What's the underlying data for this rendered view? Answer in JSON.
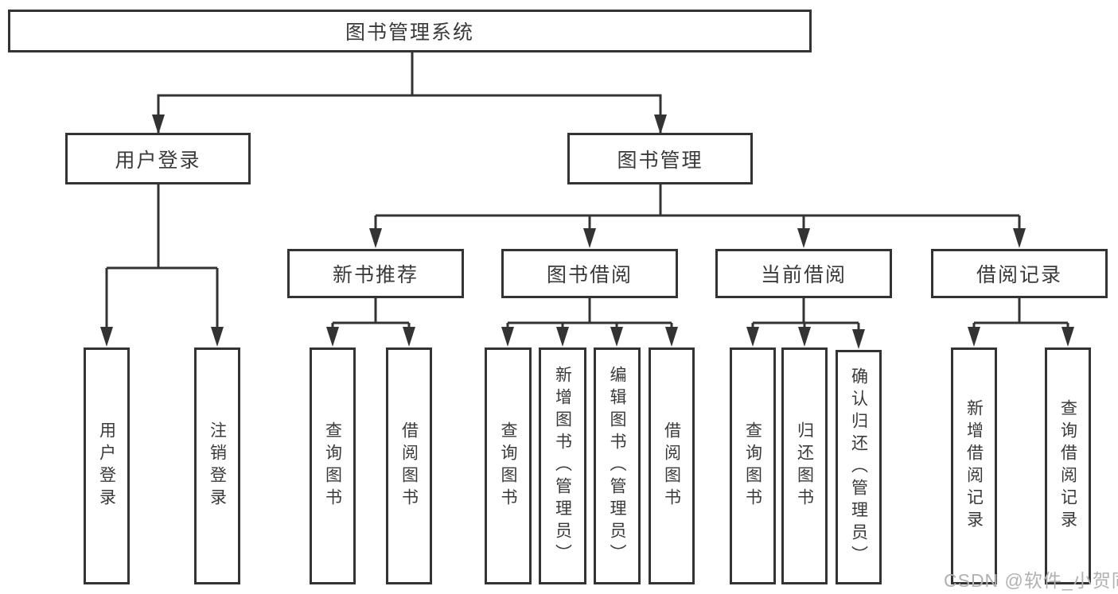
{
  "diagram_type": "hierarchy-tree",
  "colors": {
    "background": "#ffffff",
    "box_border": "#333333",
    "connector_line": "#333333",
    "text": "#3a3a3a",
    "watermark": "#b1b1b1"
  },
  "tree": {
    "label": "图书管理系统",
    "children": [
      {
        "label": "用户登录",
        "children": [
          {
            "label": "用户登录"
          },
          {
            "label": "注销登录"
          }
        ]
      },
      {
        "label": "图书管理",
        "children": [
          {
            "label": "新书推荐",
            "children": [
              {
                "label": "查询图书"
              },
              {
                "label": "借阅图书"
              }
            ]
          },
          {
            "label": "图书借阅",
            "children": [
              {
                "label": "查询图书"
              },
              {
                "label": "新增图书（管理员）"
              },
              {
                "label": "编辑图书（管理员）"
              },
              {
                "label": "借阅图书"
              }
            ]
          },
          {
            "label": "当前借阅",
            "children": [
              {
                "label": "查询图书"
              },
              {
                "label": "归还图书"
              },
              {
                "label": "确认归还（管理员）"
              }
            ]
          },
          {
            "label": "借阅记录",
            "children": [
              {
                "label": "新增借阅记录"
              },
              {
                "label": "查询借阅记录"
              }
            ]
          }
        ]
      }
    ]
  },
  "watermark": {
    "text": "CSDN @软件_小贺同学"
  }
}
